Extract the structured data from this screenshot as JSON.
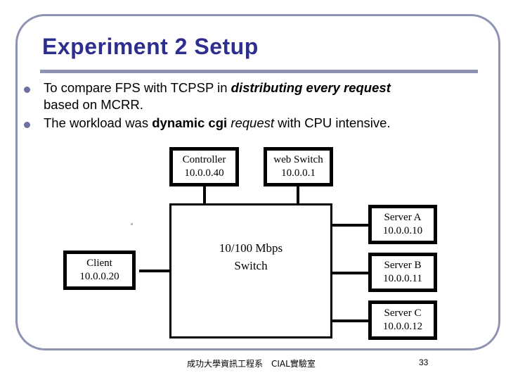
{
  "slide": {
    "title": "Experiment 2 Setup",
    "title_color": "#2e2e8f",
    "accent_color": "#8f93b3",
    "bullets": [
      {
        "segments": [
          {
            "text": "To compare FPS with TCPSP in ",
            "style": "normal"
          },
          {
            "text": "distributing every request",
            "style": "bold-italic"
          },
          {
            "text": " based on MCRR.",
            "style": "normal"
          }
        ]
      },
      {
        "segments": [
          {
            "text": "The workload was ",
            "style": "normal"
          },
          {
            "text": "dynamic cgi",
            "style": "bold"
          },
          {
            "text": " ",
            "style": "normal"
          },
          {
            "text": "request",
            "style": "italic"
          },
          {
            "text": " with CPU intensive.",
            "style": "normal"
          }
        ]
      }
    ],
    "bullet_texts": {
      "b1_p1": "To compare FPS with TCPSP in ",
      "b1_em": "distributing every request",
      "b1_p2": "based on MCRR.",
      "b2_p1": "The workload was ",
      "b2_b": "dynamic cgi",
      "b2_i": "request",
      "b2_p2": " with CPU intensive."
    }
  },
  "diagram": {
    "nodes": {
      "controller": {
        "name": "Controller",
        "ip": "10.0.0.40"
      },
      "web_switch": {
        "name": "web Switch",
        "ip": "10.0.0.1"
      },
      "client": {
        "name": "Client",
        "ip": "10.0.0.20"
      },
      "server_a": {
        "name": "Server A",
        "ip": "10.0.0.10"
      },
      "server_b": {
        "name": "Server B",
        "ip": "10.0.0.11"
      },
      "server_c": {
        "name": "Server C",
        "ip": "10.0.0.12"
      }
    },
    "switch": {
      "line1": "10/100 Mbps",
      "line2": "Switch"
    }
  },
  "footer": {
    "organization": "成功大學資訊工程系　CIAL實驗室",
    "page_number": "33"
  }
}
